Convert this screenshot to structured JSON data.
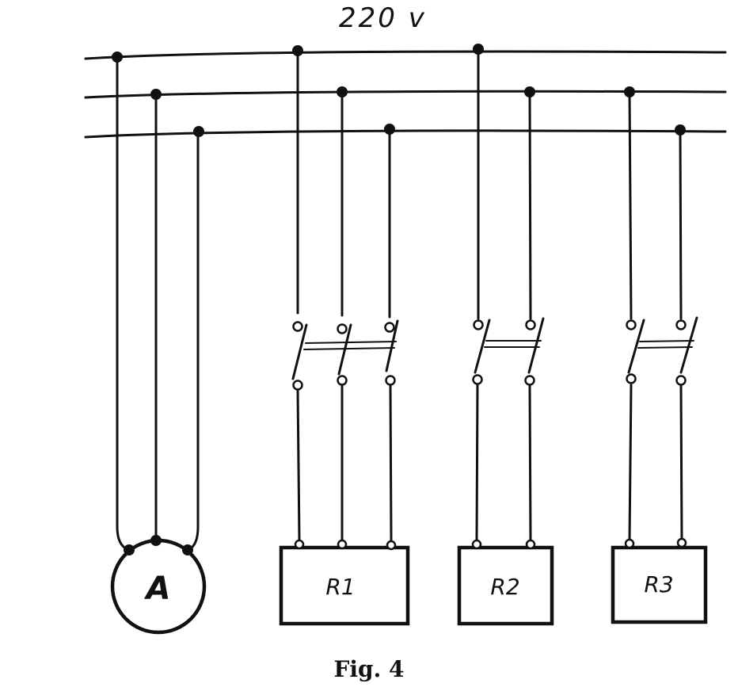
{
  "supply": {
    "voltage_label": "220 v"
  },
  "motor": {
    "label": "A"
  },
  "loads": [
    {
      "label": "R1",
      "phases": 3
    },
    {
      "label": "R2",
      "phases": 2
    },
    {
      "label": "R3",
      "phases": 2
    }
  ],
  "caption": "Fig. 4"
}
